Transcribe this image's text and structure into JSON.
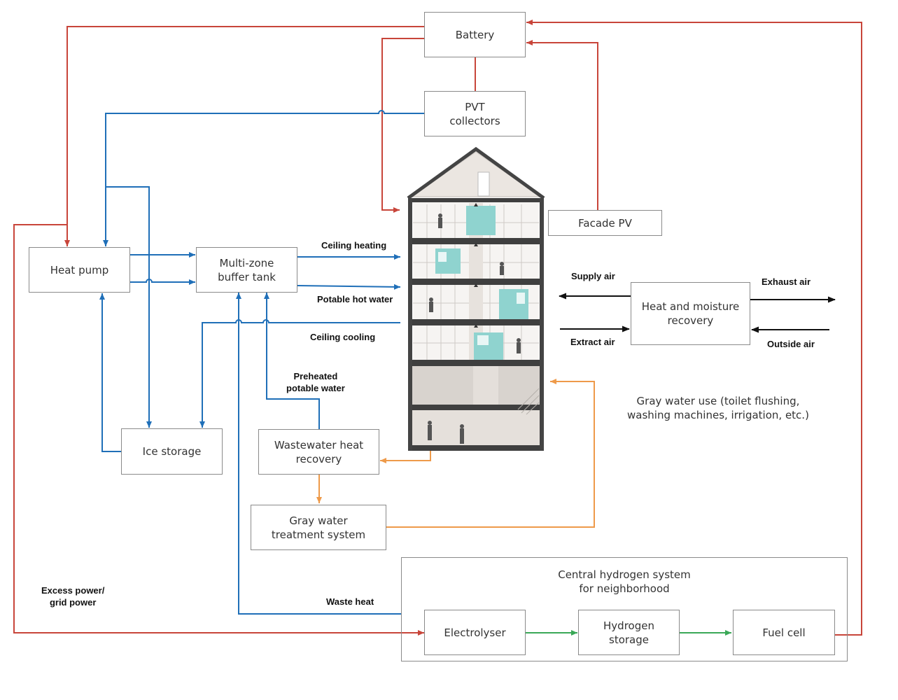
{
  "components": {
    "battery": "Battery",
    "pvt": "PVT\ncollectors",
    "facade_pv": "Facade PV",
    "heat_pump": "Heat pump",
    "buffer_tank": "Multi-zone\nbuffer tank",
    "ice_storage": "Ice storage",
    "wastewater": "Wastewater heat\nrecovery",
    "graywater": "Gray water\ntreatment system",
    "hmr": "Heat and moisture\nrecovery",
    "electrolyser": "Electrolyser",
    "hydrogen_storage": "Hydrogen\nstorage",
    "fuel_cell": "Fuel cell"
  },
  "hydrogen_group": {
    "title": "Central hydrogen system\nfor neighborhood"
  },
  "labels": {
    "ceiling_heating": "Ceiling heating",
    "potable_hot_water": "Potable hot water",
    "ceiling_cooling": "Ceiling cooling",
    "preheated": "Preheated\npotable water",
    "waste_heat": "Waste heat",
    "excess_power": "Excess power/\ngrid power",
    "supply_air": "Supply air",
    "extract_air": "Extract air",
    "exhaust_air": "Exhaust air",
    "outside_air": "Outside air"
  },
  "notes": {
    "gray_water_use": "Gray water use (toilet flushing,\nwashing machines, irrigation, etc.)"
  },
  "colors": {
    "electricity": "#c8453a",
    "heat": "#1f6fb8",
    "water": "#ee9a4a",
    "hydrogen": "#3aa857",
    "air": "#111111",
    "teal": "#8fd3cf"
  }
}
